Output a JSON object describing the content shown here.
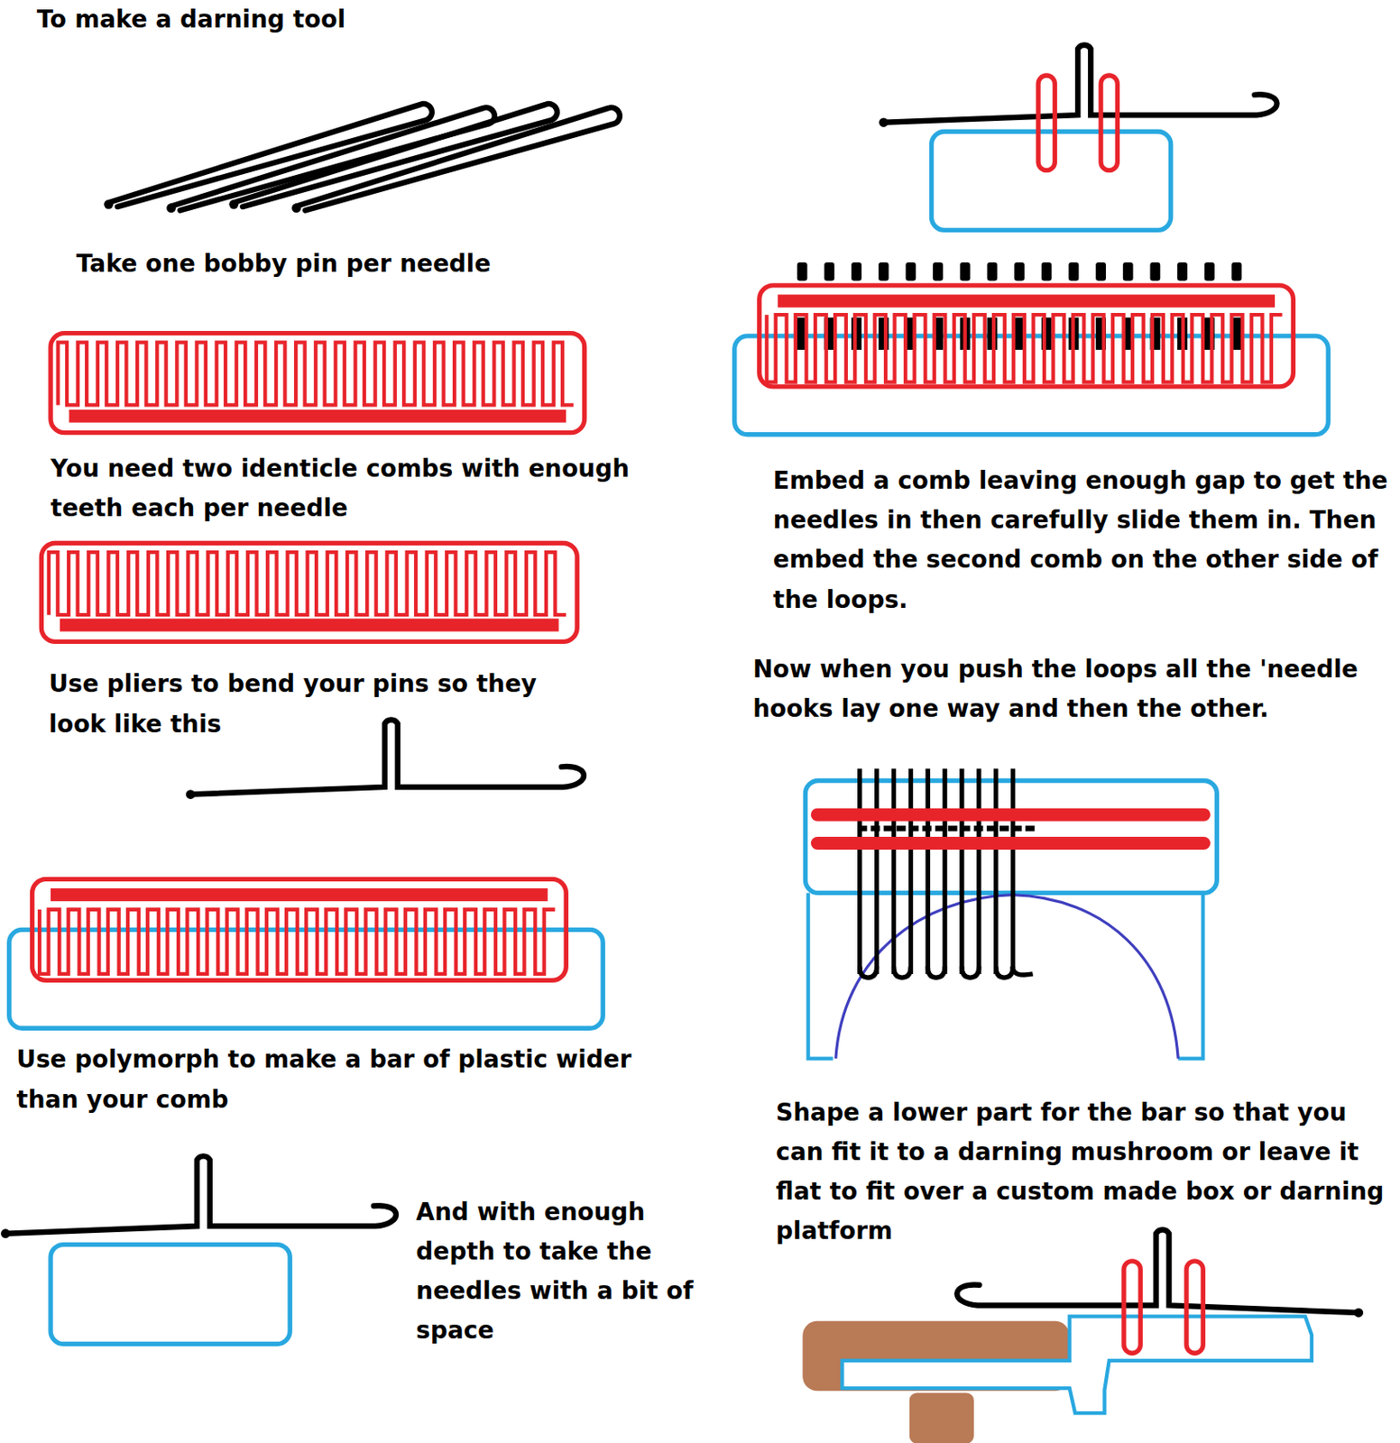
{
  "diagram": {
    "title": "To make a darning tool",
    "labels": [
      "Take one bobby pin per needle",
      "You need two identicle combs with enough teeth each per needle",
      "Use pliers to bend your pins so they look like this",
      "Use polymorph to make a bar of plastic wider than your comb",
      "And with enough depth to take the needles with a bit of space",
      "Embed a comb leaving enough gap to get the needles in then carefully slide them in. Then embed the second comb on the other side of the loops.",
      "Now when you push the loops all the 'needle hooks lay one way and then the other.",
      "Shape a lower part for the bar so that you can fit it to a darning mushroom or leave it flat to fit over a custom made box or darning platform"
    ]
  }
}
